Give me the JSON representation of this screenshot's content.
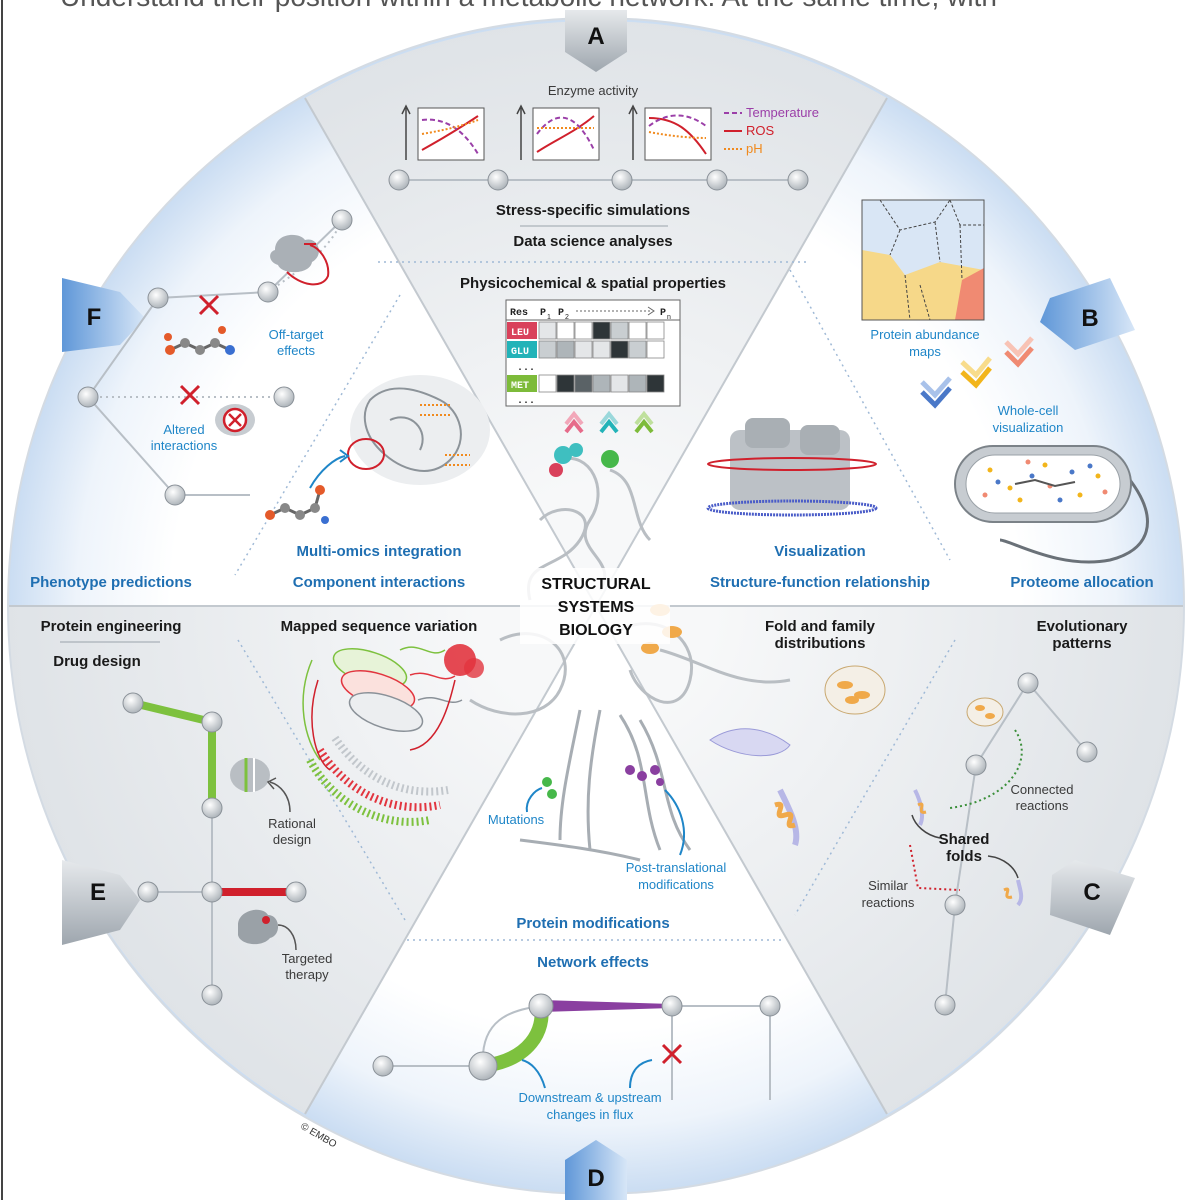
{
  "top_cut_text": "Understand their position within a metabolic network. At the same time, with",
  "center": {
    "line1": "STRUCTURAL",
    "line2": "SYSTEMS",
    "line3": "BIOLOGY"
  },
  "tabs": {
    "a": "A",
    "b": "B",
    "c": "C",
    "d": "D",
    "e": "E",
    "f": "F"
  },
  "section_a": {
    "enzyme_activity": "Enzyme activity",
    "legend": {
      "temperature": "Temperature",
      "ros": "ROS",
      "ph": "pH"
    },
    "stress_sim": "Stress-specific simulations",
    "data_science": "Data science analyses",
    "physchem": "Physicochemical & spatial properties",
    "grid_header": {
      "res": "Res",
      "p1": "P",
      "p1_sub": "1",
      "p2": "P",
      "p2_sub": "2",
      "pn": "P",
      "pn_sub": "n"
    },
    "grid_rows": [
      "LEU",
      "GLU",
      "...",
      "MET",
      "..."
    ]
  },
  "section_b": {
    "abundance": "Protein abundance",
    "maps": "maps",
    "whole_cell": "Whole-cell",
    "visualization": "visualization",
    "proteome_allocation": "Proteome allocation",
    "visualization_title": "Visualization",
    "structure_function": "Structure-function relationship"
  },
  "section_c": {
    "fold_family_1": "Fold and family",
    "fold_family_2": "distributions",
    "evolutionary_1": "Evolutionary",
    "evolutionary_2": "patterns",
    "connected_1": "Connected",
    "connected_2": "reactions",
    "shared_1": "Shared",
    "shared_2": "folds",
    "similar_1": "Similar",
    "similar_2": "reactions"
  },
  "section_d": {
    "mutations": "Mutations",
    "ptm_1": "Post-translational",
    "ptm_2": "modifications",
    "protein_modifications": "Protein modifications",
    "network_effects": "Network effects",
    "flux_1": "Downstream & upstream",
    "flux_2": "changes in flux",
    "copyright": "© EMBO"
  },
  "section_e": {
    "protein_engineering": "Protein engineering",
    "drug_design": "Drug design",
    "rational_1": "Rational",
    "rational_2": "design",
    "targeted_1": "Targeted",
    "targeted_2": "therapy",
    "mapped_variation": "Mapped sequence variation"
  },
  "section_f": {
    "phenotype": "Phenotype predictions",
    "off_target_1": "Off-target",
    "off_target_2": "effects",
    "altered_1": "Altered",
    "altered_2": "interactions",
    "multi_omics": "Multi-omics integration",
    "component_interactions": "Component interactions"
  },
  "colors": {
    "accent_blue": "#1f6fb2",
    "label_blue": "#1f86c8",
    "temperature": "#9b3fa8",
    "ros": "#d0202c",
    "ph": "#f08a1e",
    "rim_blue": "#cfe0f4",
    "wedge_grey": "#eef0f2"
  }
}
